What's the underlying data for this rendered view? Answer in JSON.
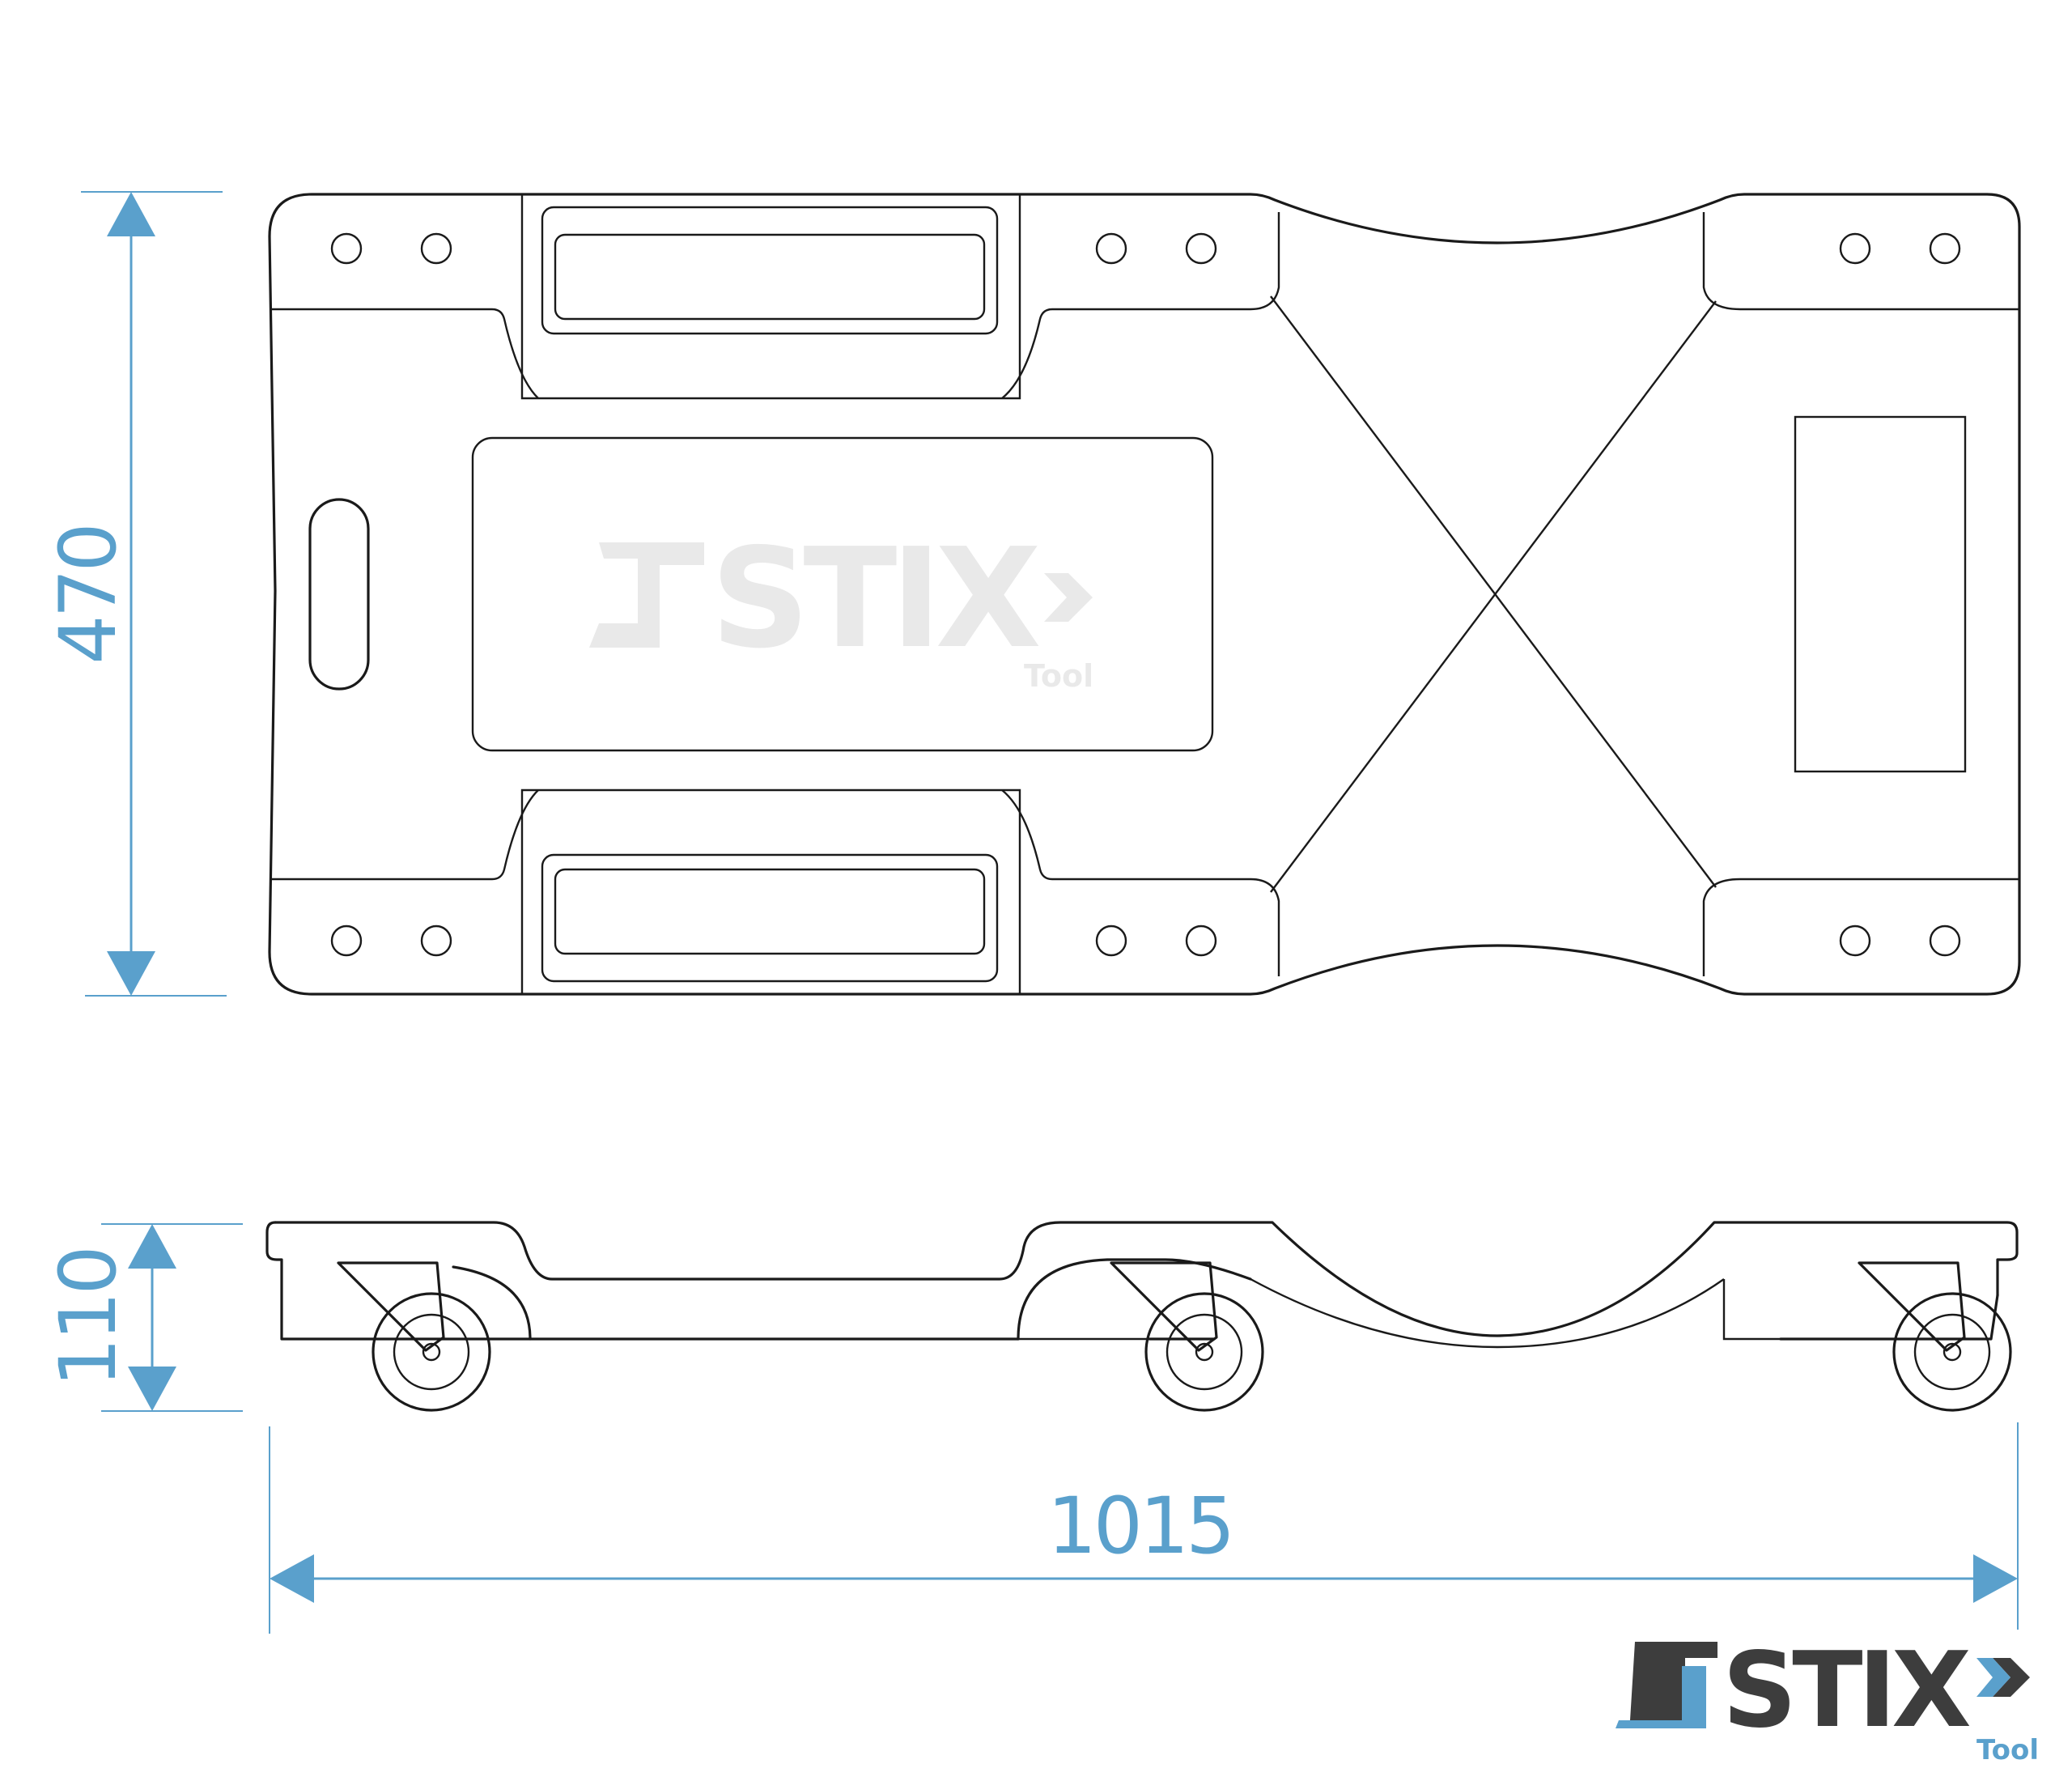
{
  "dimensions": {
    "width_label": "470",
    "height_label": "110",
    "length_label": "1015"
  },
  "watermark": {
    "brand": "STIX",
    "sub": "Tool"
  },
  "logo": {
    "brand": "STIX",
    "sub": "Tool"
  },
  "colors": {
    "dimension": "#5aa0cc",
    "outline": "#1a1a1a",
    "logo_dark": "#3d3d3d",
    "logo_accent": "#5aa0cc",
    "watermark": "#e9e9e9"
  }
}
